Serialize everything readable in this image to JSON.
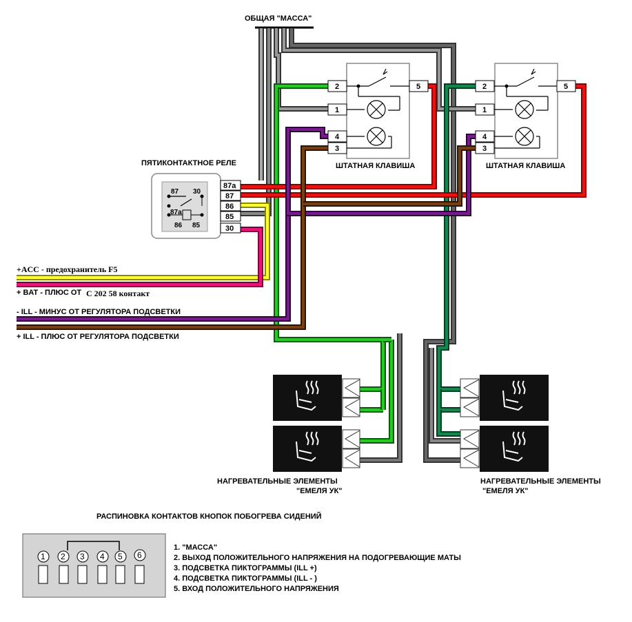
{
  "title_ground": "ОБЩАЯ \"МАССА\"",
  "relay": {
    "title": "ПЯТИКОНТАКТНОЕ РЕЛЕ",
    "pins": [
      "87a",
      "87",
      "86",
      "85",
      "30"
    ],
    "inner_labels": [
      "87",
      "30",
      "87a",
      "86",
      "85"
    ]
  },
  "switch_left": {
    "caption": "ШТАТНАЯ КЛАВИША",
    "pins": [
      "2",
      "1",
      "4",
      "3",
      "5"
    ]
  },
  "switch_right": {
    "caption": "ШТАТНАЯ КЛАВИША",
    "pins": [
      "2",
      "1",
      "4",
      "3",
      "5"
    ]
  },
  "inputs": {
    "acc": "+ACC - предохранитель F5",
    "bat_prefix": "+ BAT - ПЛЮС ОТ",
    "bat_suffix": "С 202 58 контакт",
    "ill_minus": "-  ILL - МИНУС ОТ РЕГУЛЯТОРА ПОДСВЕТКИ",
    "ill_plus": "+ ILL - ПЛЮС ОТ РЕГУЛЯТОРА ПОДСВЕТКИ"
  },
  "heaters_left": {
    "line1": "НАГРЕВАТЕЛЬНЫЕ ЭЛЕМЕНТЫ",
    "line2": "\"ЕМЕЛЯ УК\""
  },
  "heaters_right": {
    "line1": "НАГРЕВАТЕЛЬНЫЕ ЭЛЕМЕНТЫ",
    "line2": "\"ЕМЕЛЯ УК\""
  },
  "pinout": {
    "title": "РАСПИНОВКА КОНТАКТОВ КНОПОК ПОБОГРЕВА СИДЕНИЙ",
    "numbers": [
      "1",
      "2",
      "3",
      "4",
      "5",
      "6"
    ],
    "legend": [
      "1. \"МАССА\"",
      "2. ВЫХОД ПОЛОЖИТЕЛЬНОГО НАПРЯЖЕНИЯ НА ПОДОГРЕВАЮЩИЕ МАТЫ",
      "3. ПОДСВЕТКА ПИКТОГРАММЫ (ILL +)",
      "4. ПОДСВЕТКА ПИКТОГРАММЫ (ILL - )",
      "5. ВХОД ПОЛОЖИТЕЛЬНОГО НАПРЯЖЕНИЯ"
    ]
  },
  "colors": {
    "yellow": "#ffff33",
    "red": "#ee1111",
    "pink": "#ee1177",
    "purple": "#771188",
    "brown": "#7a3f0f",
    "green": "#22bb22",
    "dark_green": "#117744",
    "gray_dark": "#444444",
    "gray_mid": "#777777",
    "gray_light": "#aaaaaa"
  }
}
